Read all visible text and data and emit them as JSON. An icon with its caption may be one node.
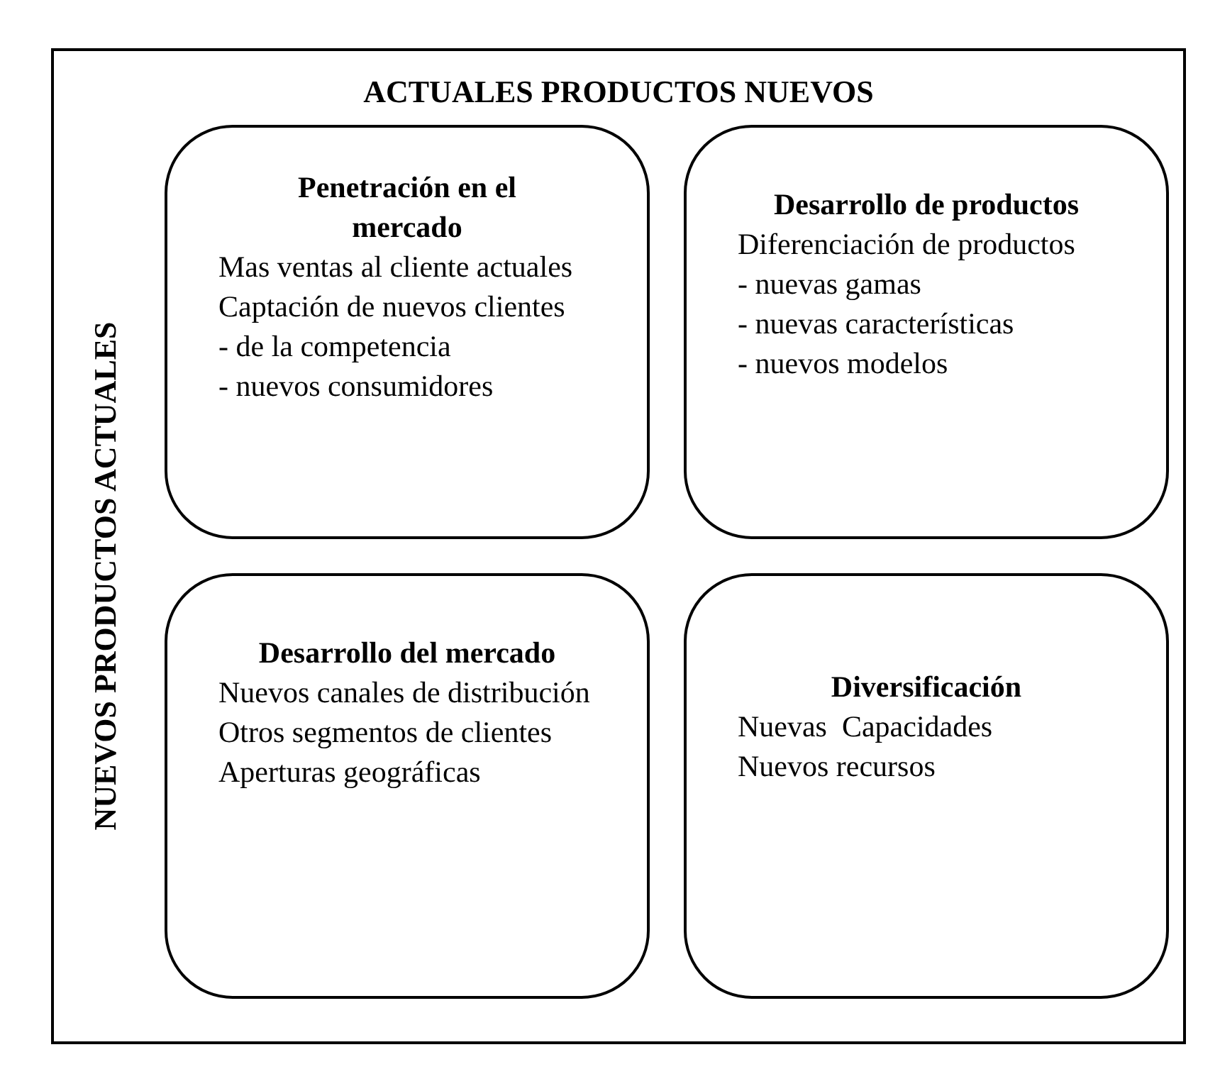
{
  "diagram": {
    "nodes": [
      {
        "text": [
          "ACTUALES PRODUCTOS NUEVOS",
          "NUEVOS PRODUCTOS ACTUALES"
        ]
      },
      {
        "text": [
          "Penetración en el mercado",
          "Mas ventas al cliente actuales",
          "Captación de nuevos clientes",
          "- de la competencia",
          "- nuevos consumidores"
        ],
        "in": 0
      },
      {
        "text": [
          "Desarrollo de productos",
          "Diferenciación de productos",
          "- nuevas gamas",
          "- nuevas características",
          "- nuevos modelos"
        ],
        "in": 0
      },
      {
        "text": [
          "Desarrollo del mercado",
          "Nuevos canales de distribución",
          "Otros segmentos de clientes",
          "Aperturas geográficas"
        ],
        "in": 0
      },
      {
        "text": [
          "Diversificación",
          "Nuevas  Capacidades",
          "Nuevos recursos"
        ],
        "in": 0
      }
    ]
  }
}
